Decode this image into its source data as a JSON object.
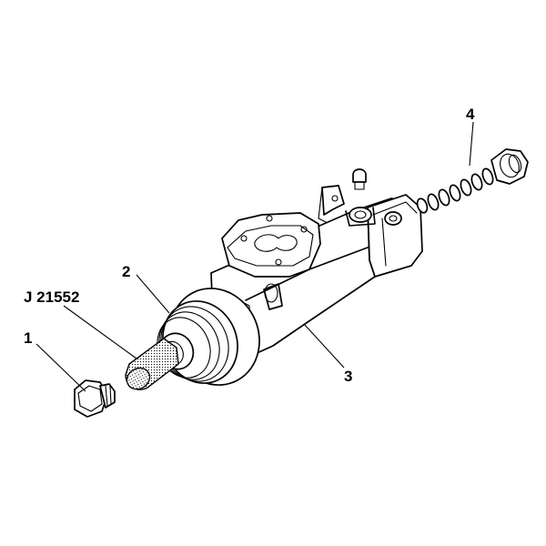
{
  "callouts": {
    "c1": "1",
    "c2": "2",
    "c3": "3",
    "c4": "4",
    "tool": "J 21552"
  },
  "colors": {
    "ink": "#000000",
    "paper": "#ffffff"
  }
}
